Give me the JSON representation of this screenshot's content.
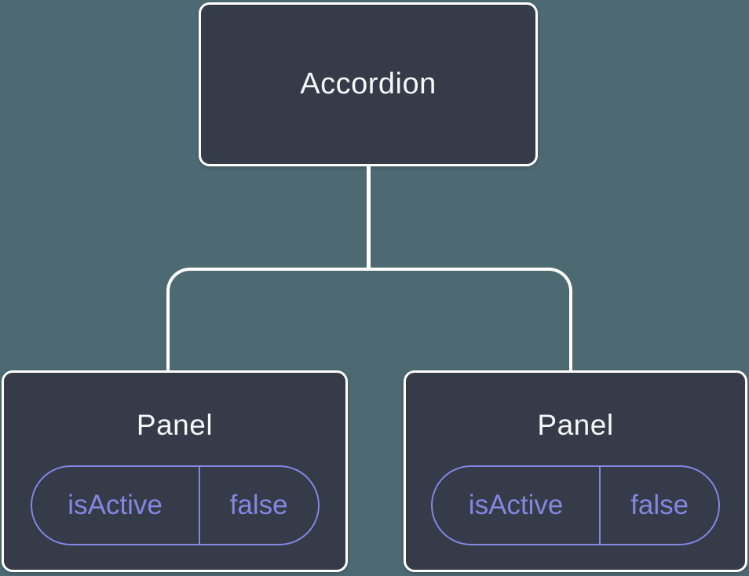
{
  "diagram": {
    "root": {
      "label": "Accordion"
    },
    "panels": [
      {
        "label": "Panel",
        "state_key": "isActive",
        "state_value": "false"
      },
      {
        "label": "Panel",
        "state_key": "isActive",
        "state_value": "false"
      }
    ],
    "colors": {
      "background": "#4d6a73",
      "node_fill": "#353b48",
      "node_border": "#ffffff",
      "node_text": "#f6f7f9",
      "state_accent": "#8287e0",
      "connector": "#ffffff"
    }
  }
}
